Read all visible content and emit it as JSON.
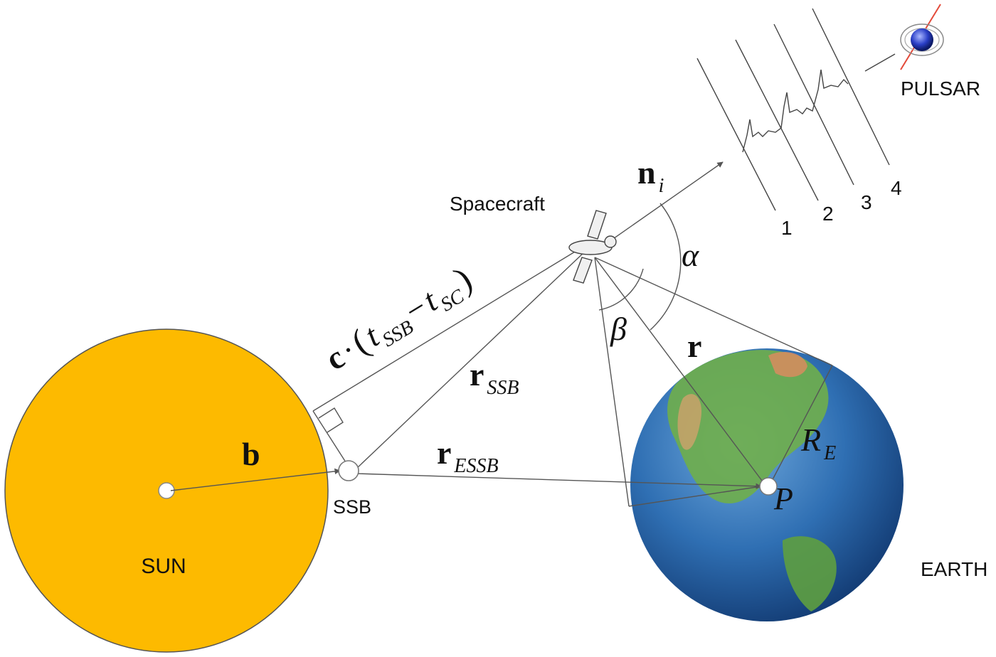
{
  "labels": {
    "pulsar": "PULSAR",
    "spacecraft": "Spacecraft",
    "sun": "SUN",
    "ssb": "SSB",
    "earth": "EARTH",
    "p": "P"
  },
  "pulse_numbers": [
    "1",
    "2",
    "3",
    "4"
  ],
  "vectors": {
    "n_main": "n",
    "n_sub": "i",
    "b": "b",
    "r": "r",
    "r_ssb_main": "r",
    "r_ssb_sub": "SSB",
    "r_essb_main": "r",
    "r_essb_sub": "ESSB",
    "re_main": "R",
    "re_sub": "E"
  },
  "angles": {
    "alpha": "α",
    "beta": "β"
  },
  "light_time": {
    "c": "c",
    "dot": "·",
    "open": "(",
    "t1": "t",
    "t1_sub": "SSB",
    "minus": "−",
    "t2": "t",
    "t2_sub": "SC",
    "close": ")"
  },
  "colors": {
    "sun_fill": "#FDBA00",
    "ocean": "#2f6fb3",
    "land": "#6fae4a",
    "pulsar_core": "#2a3fc7",
    "line": "#555555"
  }
}
